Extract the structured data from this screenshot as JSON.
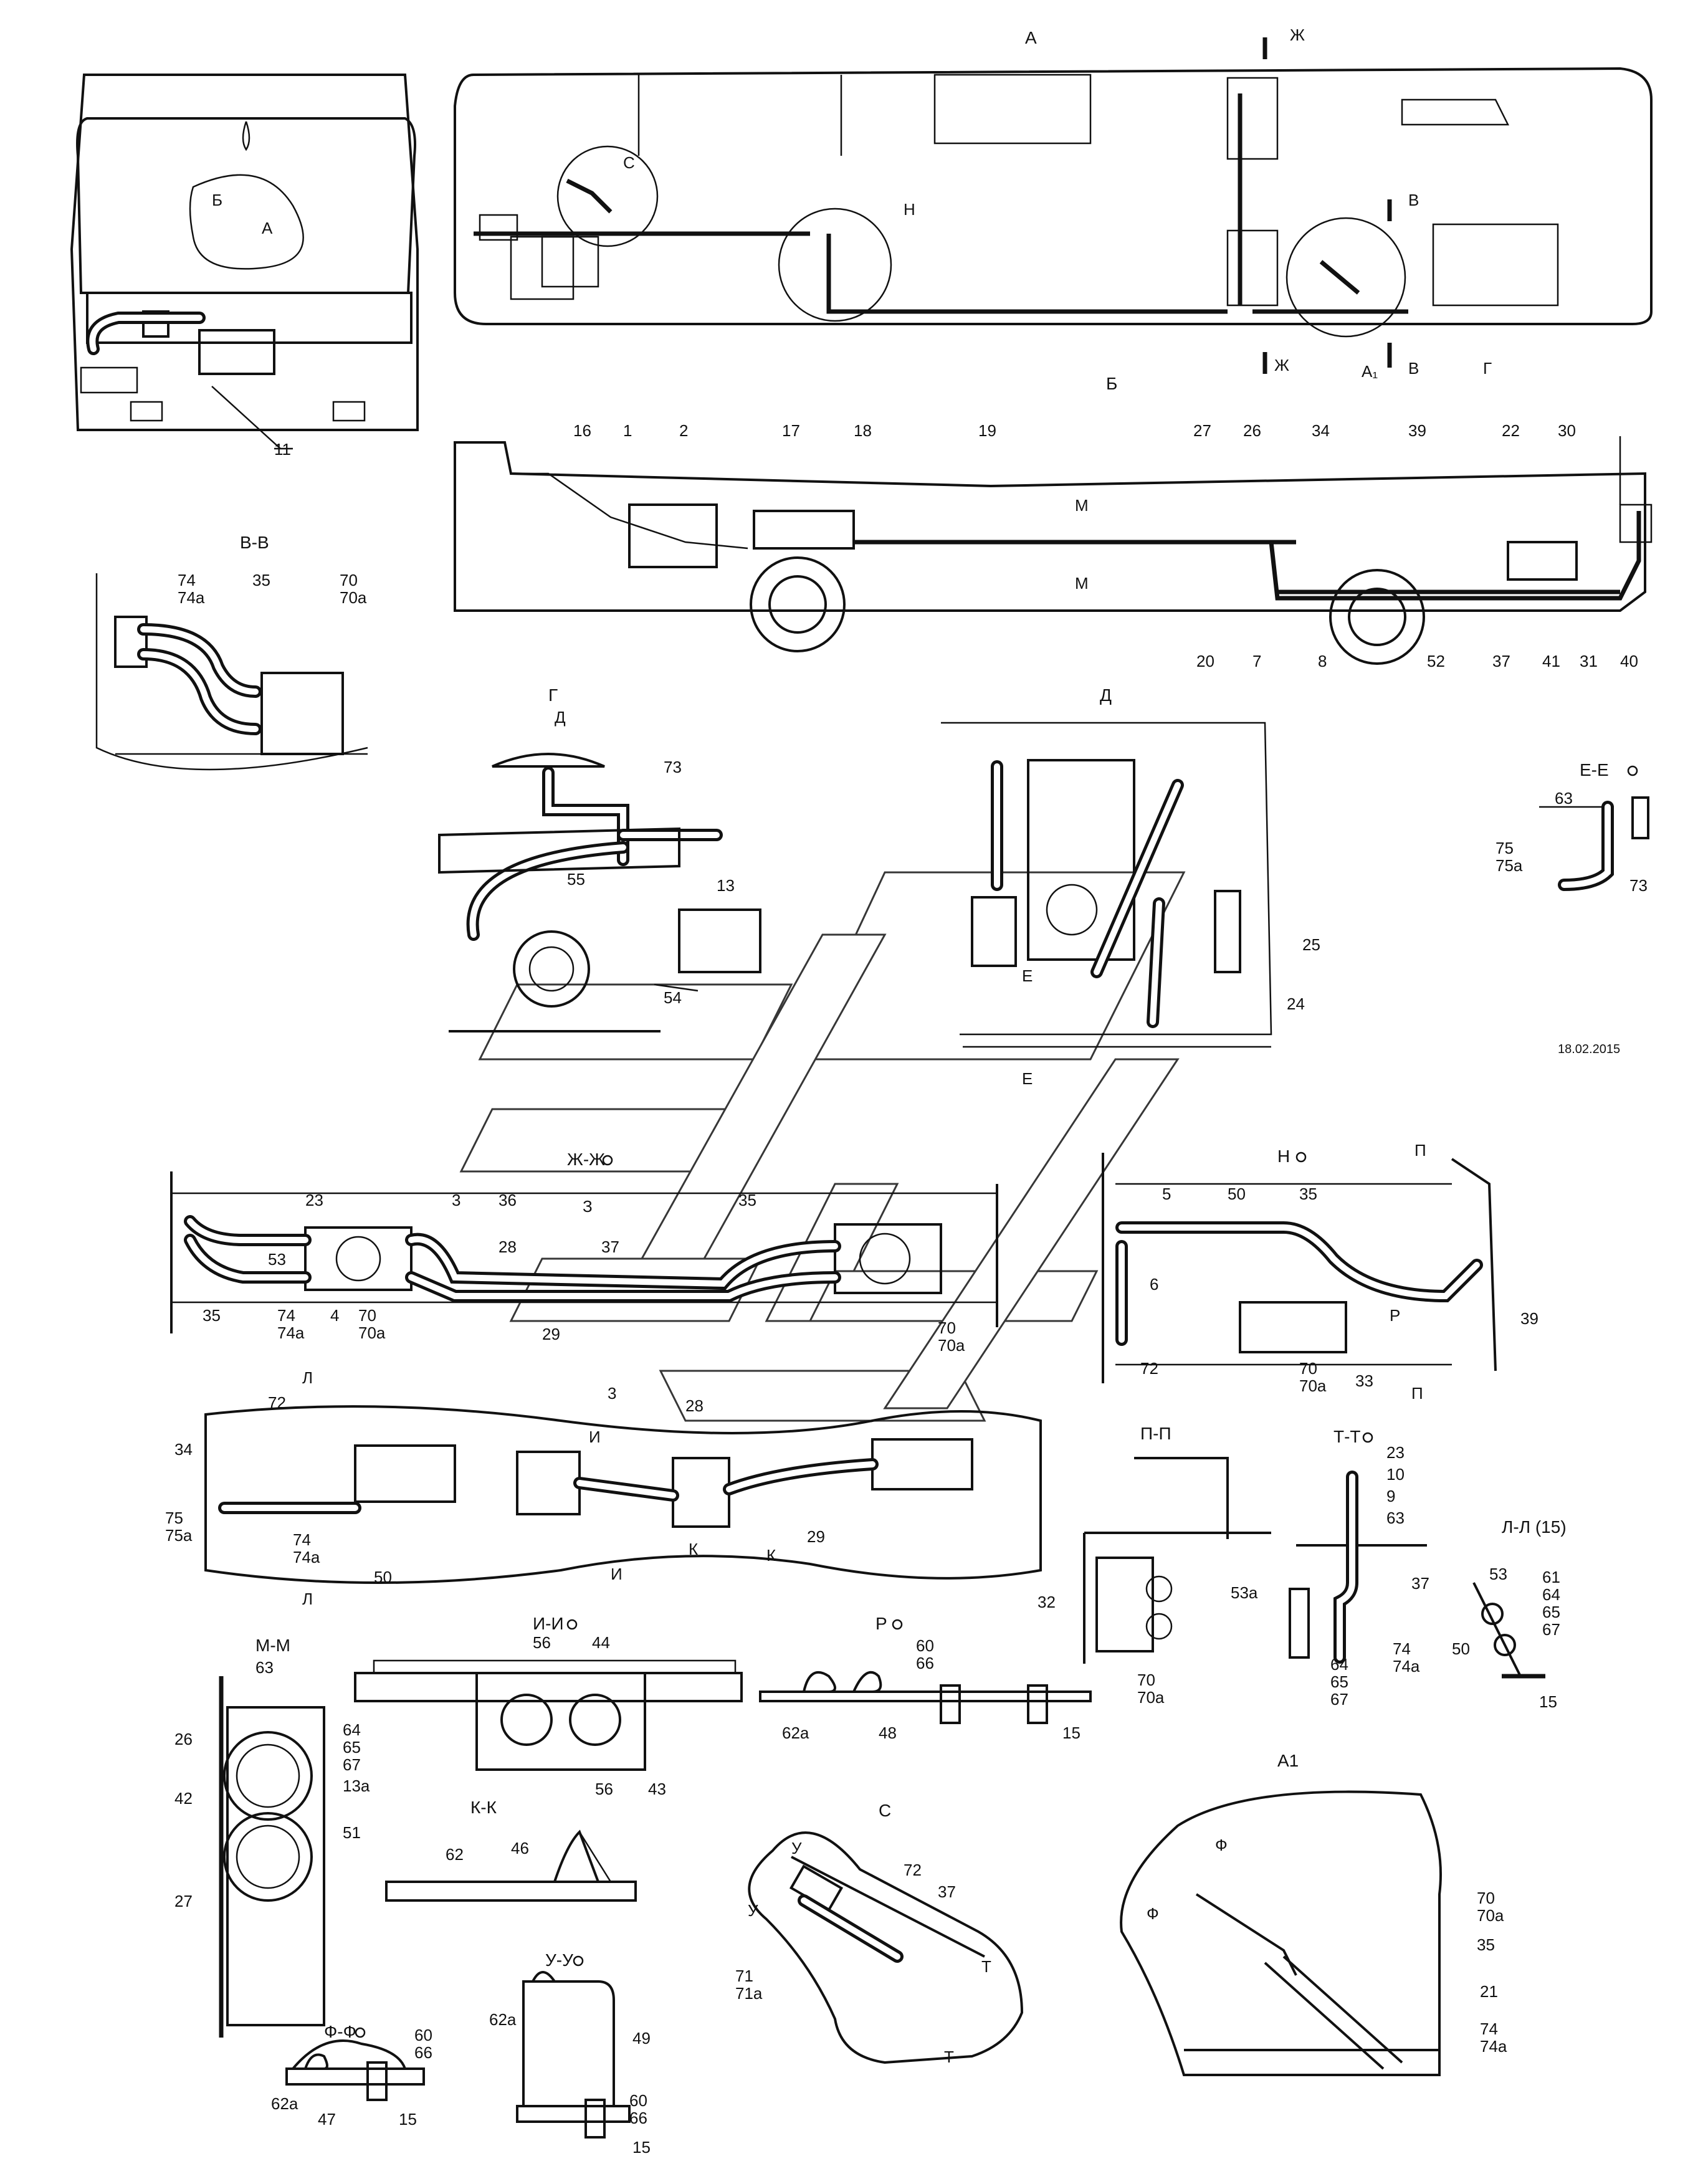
{
  "date": "18.02.2015",
  "views": {
    "A": "А",
    "B": "Б",
    "VV": "В-В",
    "G": "Г",
    "D": "Д",
    "EE": "Е-Е",
    "ZhZh": "Ж-Ж",
    "N": "Н",
    "PP": "П-П",
    "TT": "Т-Т",
    "LL": "Л-Л (15)",
    "MM": "М-М",
    "II": "И-И",
    "R": "Р",
    "KK": "К-К",
    "S": "С",
    "A1": "А1",
    "UU": "У-У",
    "FF": "Ф-Ф",
    "Z": "З"
  },
  "sections": {
    "zh": "Ж",
    "v": "В",
    "g": "Г",
    "a1": "А₁",
    "s": "С",
    "n": "Н",
    "m": "М",
    "e": "Е",
    "d": "Д",
    "p": "П",
    "l": "Л",
    "i": "И",
    "k": "К",
    "t": "Т",
    "u": "У",
    "f": "Ф",
    "r": "Р",
    "z": "З",
    "b": "Б",
    "a": "А"
  },
  "labels": {
    "front": [
      "11"
    ],
    "side_B_top": [
      "16",
      "1",
      "2",
      "17",
      "18",
      "19",
      "27",
      "26",
      "34",
      "39",
      "22",
      "30"
    ],
    "side_B_bottom": [
      "20",
      "7",
      "8",
      "52",
      "37",
      "41",
      "31",
      "40"
    ],
    "VV": [
      "74",
      "74а",
      "35",
      "70",
      "70а"
    ],
    "G": [
      "73",
      "55",
      "13",
      "54"
    ],
    "D": [
      "25",
      "24"
    ],
    "EE": [
      "63",
      "75",
      "75а",
      "73"
    ],
    "ZhZh": [
      "23",
      "3",
      "36",
      "28",
      "37",
      "35",
      "53",
      "35",
      "74",
      "74а",
      "4",
      "70",
      "70а",
      "29",
      "70",
      "70а"
    ],
    "N": [
      "5",
      "50",
      "35",
      "6",
      "72",
      "70",
      "70а",
      "33",
      "39"
    ],
    "plan": [
      "72",
      "34",
      "75",
      "75а",
      "74",
      "74а",
      "50",
      "28",
      "29",
      "3"
    ],
    "PP": [
      "32",
      "53а",
      "70",
      "70а"
    ],
    "TT": [
      "23",
      "10",
      "9",
      "63",
      "37",
      "74",
      "74а",
      "64",
      "65",
      "67"
    ],
    "LL": [
      "53",
      "61",
      "64",
      "65",
      "67",
      "50",
      "15"
    ],
    "MM": [
      "63",
      "26",
      "64",
      "65",
      "67",
      "13а",
      "42",
      "51",
      "27"
    ],
    "II": [
      "56",
      "44",
      "56",
      "43"
    ],
    "R": [
      "60",
      "66",
      "62а",
      "48",
      "15"
    ],
    "KK": [
      "62",
      "46"
    ],
    "S": [
      "72",
      "37",
      "71",
      "71а"
    ],
    "A1": [
      "70",
      "70а",
      "35",
      "21",
      "74",
      "74а"
    ],
    "UU": [
      "62а",
      "49",
      "60",
      "66",
      "15"
    ],
    "FF": [
      "60",
      "66",
      "62а",
      "47",
      "15"
    ]
  }
}
